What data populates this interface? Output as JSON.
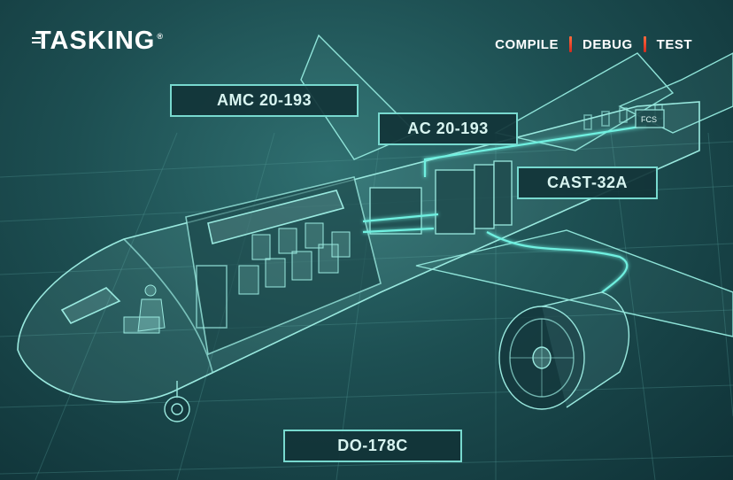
{
  "brand": {
    "name": "TASKING",
    "registered": "®"
  },
  "nav": {
    "items": [
      "COMPILE",
      "DEBUG",
      "TEST"
    ]
  },
  "standards": {
    "amc": "AMC 20-193",
    "ac": "AC 20-193",
    "cast": "CAST-32A",
    "do": "DO-178C"
  },
  "diagram": {
    "fcs_label": "FCS"
  },
  "colors": {
    "background": "#1d4f52",
    "wireframe": "#8fe3d8",
    "glow": "#6ff0e0",
    "label_border": "#78d9cf",
    "separator": "#e0401f"
  }
}
